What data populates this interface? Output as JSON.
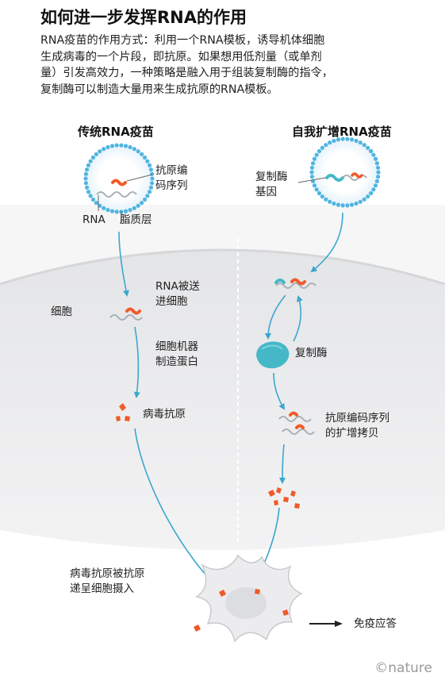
{
  "title": "如何进一步发挥RNA的作用",
  "intro": [
    "RNA疫苗的作用方式：利用一个RNA模板，诱导机体细胞",
    "生成病毒的一个片段，即抗原。如果想用低剂量（或单剂",
    "量）引发高效力，一种策略是融入用于组装复制酶的指令，",
    "复制酶可以制造大量用来生成抗原的RNA模板。"
  ],
  "left": {
    "heading": "传统RNA疫苗",
    "antigen_code_label": [
      "抗原编",
      "码序列"
    ],
    "rna_label": "RNA",
    "lipid_label": "脂质层",
    "cell_label": "细胞",
    "rna_delivered_label": [
      "RNA被送",
      "进细胞"
    ],
    "machinery_label": [
      "细胞机器",
      "制造蛋白"
    ],
    "viral_antigen_label": "病毒抗原"
  },
  "right": {
    "heading": "自我扩增RNA疫苗",
    "replicase_gene_label": [
      "复制酶",
      "基因"
    ],
    "replicase_label": "复制酶",
    "copies_label": [
      "抗原编码序列",
      "的扩增拷贝"
    ]
  },
  "bottom": {
    "presented_label": [
      "病毒抗原被抗原",
      "递呈细胞摄入"
    ],
    "immune_label": "免疫应答"
  },
  "logo": "©nature",
  "colors": {
    "teal": "#3aa7cf",
    "lipid_dot": "#4fb5e0",
    "cell_bg": "#eeeeef",
    "orange": "#ef5b2a",
    "replicase": "#45b8c8",
    "rna_strand": "#a8b0b4"
  }
}
